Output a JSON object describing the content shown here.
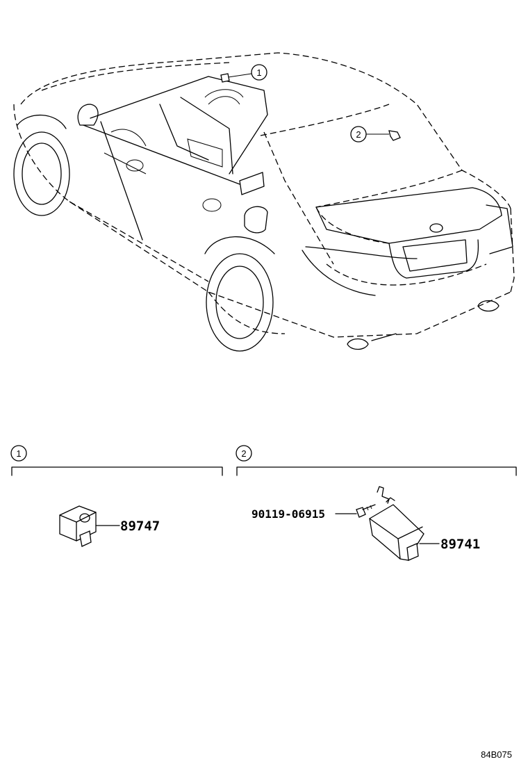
{
  "callouts": {
    "one": "1",
    "two": "2"
  },
  "sections": [
    {
      "label": "1",
      "parts": [
        {
          "number": "89747"
        }
      ]
    },
    {
      "label": "2",
      "parts": [
        {
          "number": "90119-06915"
        },
        {
          "number": "89741"
        }
      ]
    }
  ],
  "diagram_code": "84B075"
}
